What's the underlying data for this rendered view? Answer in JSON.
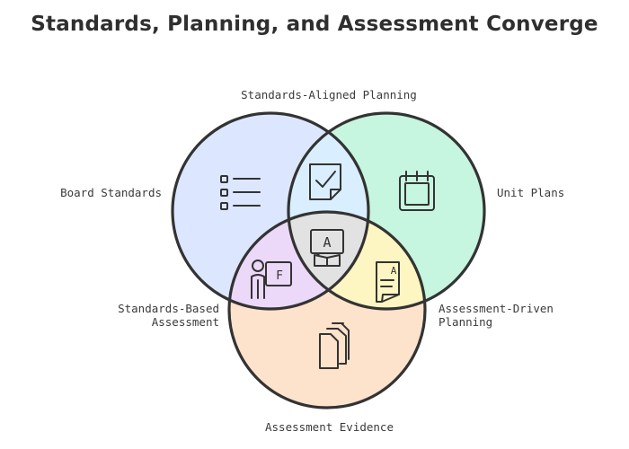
{
  "title": "Standards, Planning, and Assessment Converge",
  "labels": {
    "top": "Standards-Aligned Planning",
    "left": "Board Standards",
    "right": "Unit Plans",
    "lower_left": "Standards-Based\nAssessment",
    "lower_right": "Assessment-Driven\nPlanning",
    "bottom": "Assessment Evidence"
  },
  "icon_glyphs": {
    "center": "A",
    "lower_left": "F",
    "lower_right": "A"
  },
  "colors": {
    "blue": "#dce7ff",
    "green": "#c6f5e0",
    "orange": "#fde2cc",
    "blue_green": "#d9efff",
    "blue_orange": "#ecd8f8",
    "green_orange": "#fdf6c2",
    "center": "#e2e2e2",
    "stroke": "#333333"
  },
  "icons": {
    "left": "list-icon",
    "top": "checkbox-icon",
    "right": "calendar-icon",
    "center": "teacher-board-icon",
    "lower_left": "presenter-icon",
    "lower_right": "graded-paper-icon",
    "bottom": "documents-icon"
  }
}
